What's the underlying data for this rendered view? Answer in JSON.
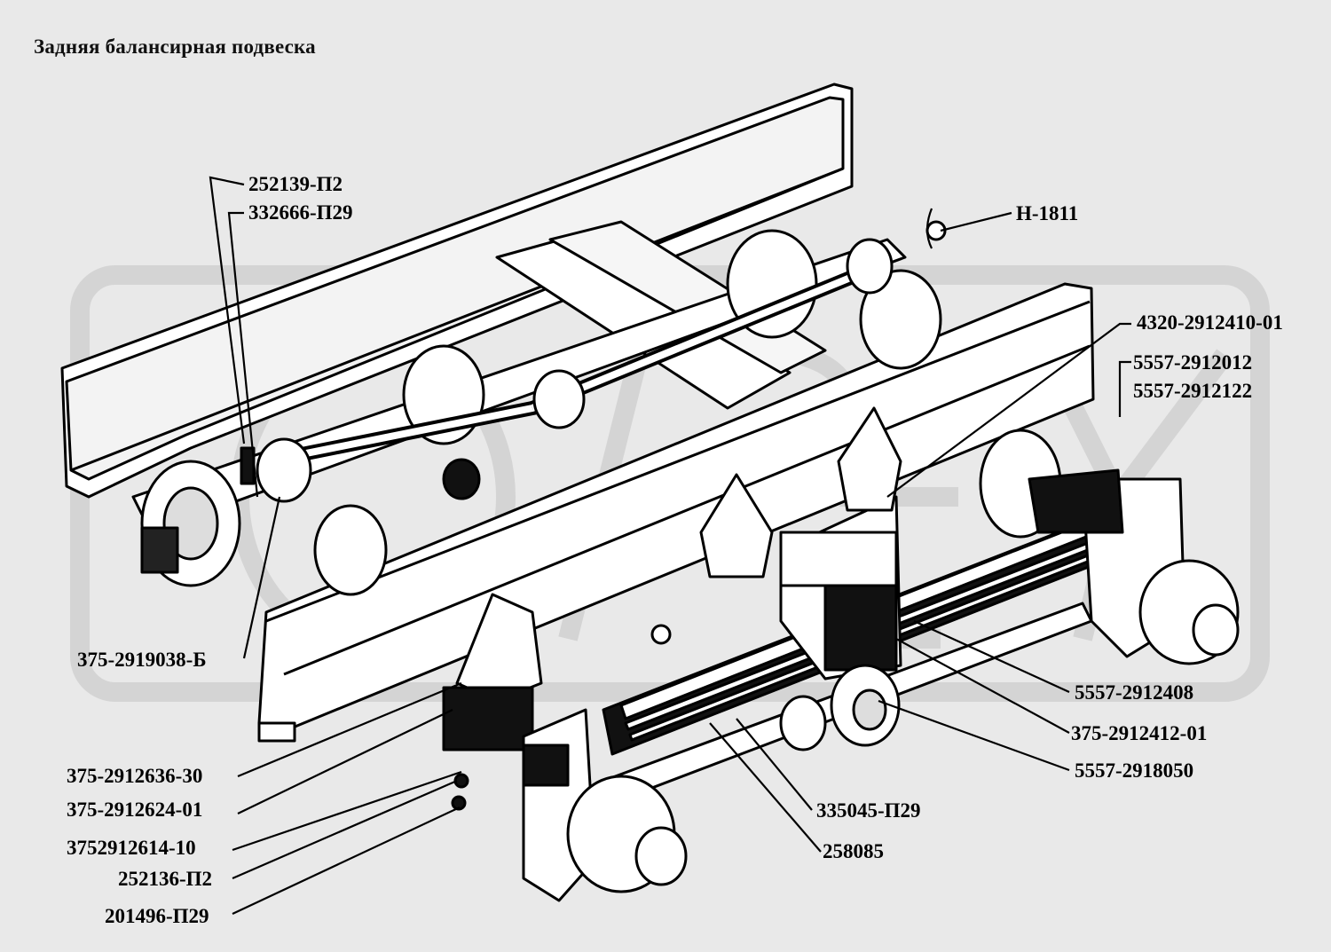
{
  "title": "Задняя балансирная подвеска",
  "watermark": "OPEX",
  "colors": {
    "background": "#e9e9e9",
    "ink": "#000000",
    "watermark": "#d2d2d2"
  },
  "callouts": [
    {
      "id": "c1",
      "text": "252139-П2"
    },
    {
      "id": "c2",
      "text": "332666-П29"
    },
    {
      "id": "c3",
      "text": "Н-1811"
    },
    {
      "id": "c4",
      "text": "4320-2912410-01"
    },
    {
      "id": "c5",
      "text": "5557-2912012"
    },
    {
      "id": "c6",
      "text": "5557-2912122"
    },
    {
      "id": "c7",
      "text": "375-2919038-Б"
    },
    {
      "id": "c8",
      "text": "5557-2912408"
    },
    {
      "id": "c9",
      "text": "375-2912412-01"
    },
    {
      "id": "c10",
      "text": "5557-2918050"
    },
    {
      "id": "c11",
      "text": "335045-П29"
    },
    {
      "id": "c12",
      "text": "258085"
    },
    {
      "id": "c13",
      "text": "375-2912636-30"
    },
    {
      "id": "c14",
      "text": "375-2912624-01"
    },
    {
      "id": "c15",
      "text": "3752912614-10"
    },
    {
      "id": "c16",
      "text": "252136-П2"
    },
    {
      "id": "c17",
      "text": "201496-П29"
    }
  ]
}
